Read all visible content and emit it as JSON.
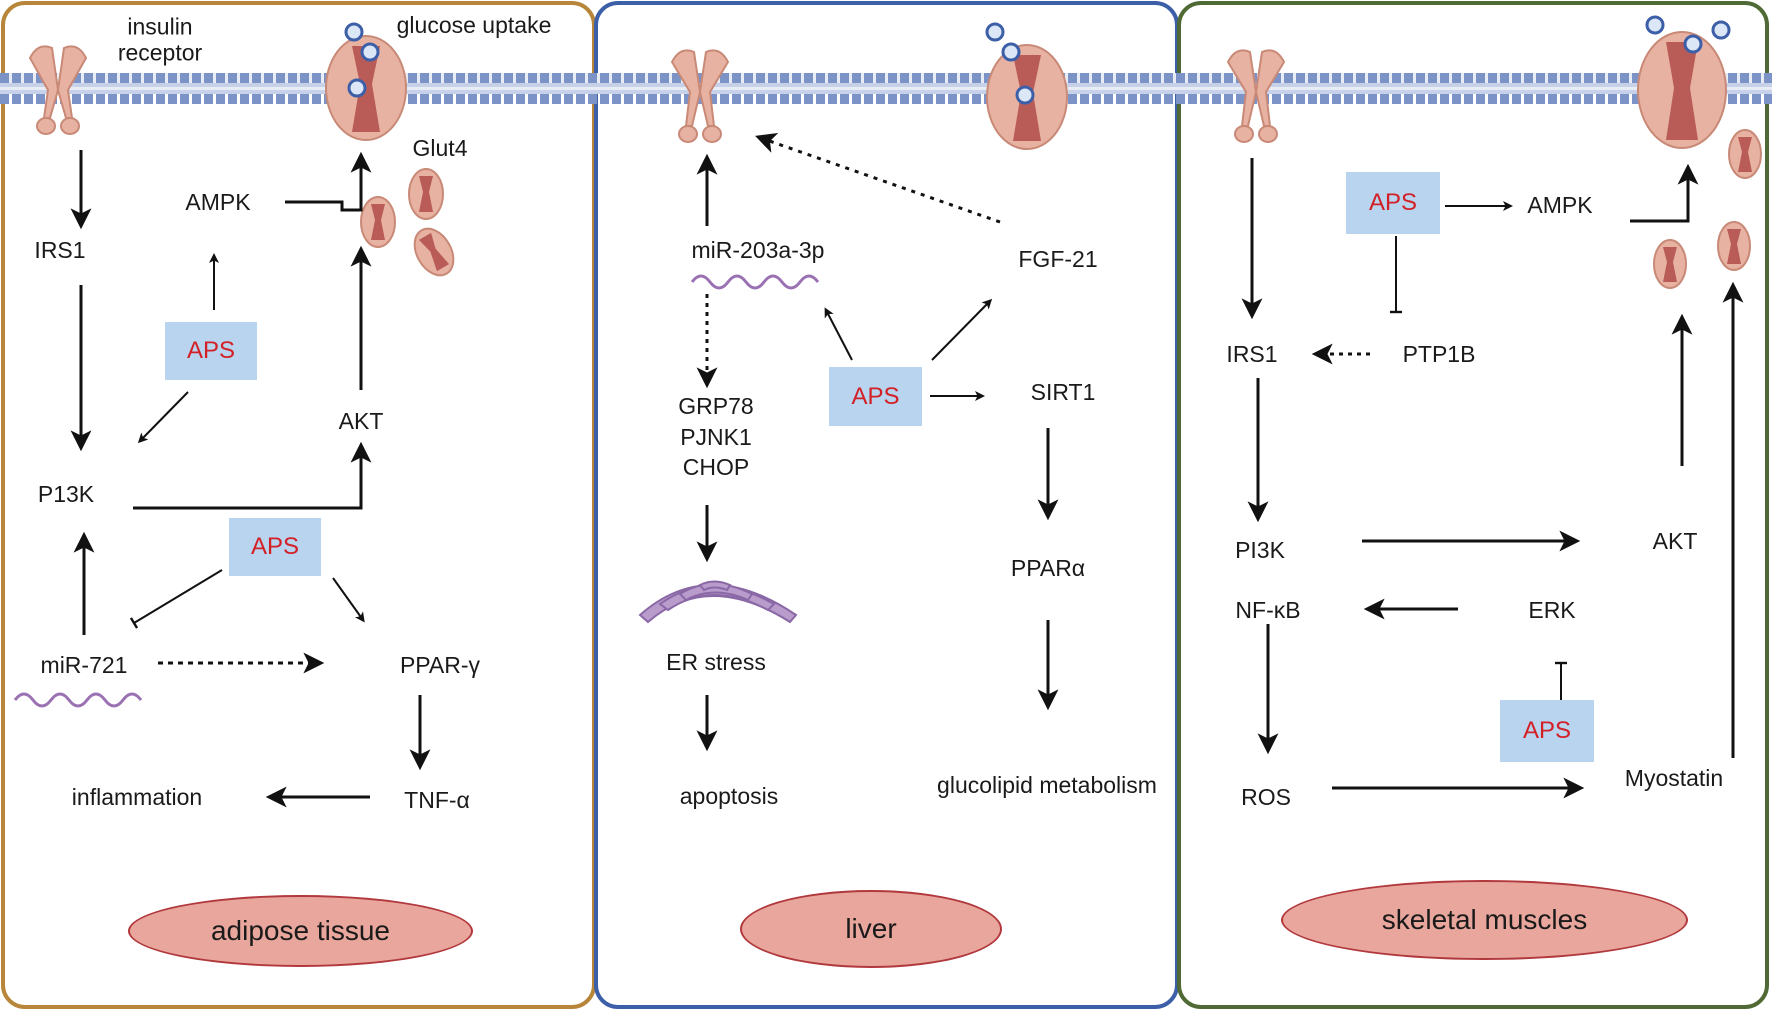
{
  "colors": {
    "adipose_border": "#b7863a",
    "liver_border": "#3c5fa8",
    "muscle_border": "#4f6a35",
    "membrane_beads": "#7c93c8",
    "receptor_fill": "#e7b2a2",
    "glut_fill": "#e7b2a2",
    "glut_core": "#b95c57",
    "aps_box": "#b8d4ee",
    "aps_text": "#d32027",
    "oval_fill": "#e8a69c",
    "rna_wave": "#9a72b3"
  },
  "icons": [
    "insulin-receptor-icon",
    "glut4-transporter-icon",
    "glucose-molecule-icon",
    "mirna-wave-icon",
    "endoplasmic-reticulum-icon"
  ],
  "adipose": {
    "insulin_receptor": "insulin\nreceptor",
    "glucose_uptake": "glucose uptake",
    "glut4": "Glut4",
    "ampk": "AMPK",
    "irs1": "IRS1",
    "aps_top": "APS",
    "akt": "AKT",
    "p13k": "P13K",
    "aps_mid": "APS",
    "mir721": "miR-721",
    "ppar_gamma": "PPAR-γ",
    "inflammation": "inflammation",
    "tnf_alpha": "TNF-α",
    "tissue": "adipose tissue"
  },
  "liver": {
    "mir203": "miR-203a-3p",
    "fgf21": "FGF-21",
    "grp78": "GRP78",
    "pjnk1": "PJNK1",
    "chop": "CHOP",
    "aps": "APS",
    "sirt1": "SIRT1",
    "ppar_alpha": "PPARα",
    "er_stress": "ER stress",
    "apoptosis": "apoptosis",
    "glucolipid": "glucolipid metabolism",
    "tissue": "liver"
  },
  "muscle": {
    "aps_top": "APS",
    "ampk": "AMPK",
    "irs1": "IRS1",
    "ptp1b": "PTP1B",
    "pi3k": "PI3K",
    "akt": "AKT",
    "nfkb": "NF-κB",
    "erk": "ERK",
    "aps_bottom": "APS",
    "ros": "ROS",
    "myostatin": "Myostatin",
    "tissue": "skeletal muscles"
  }
}
